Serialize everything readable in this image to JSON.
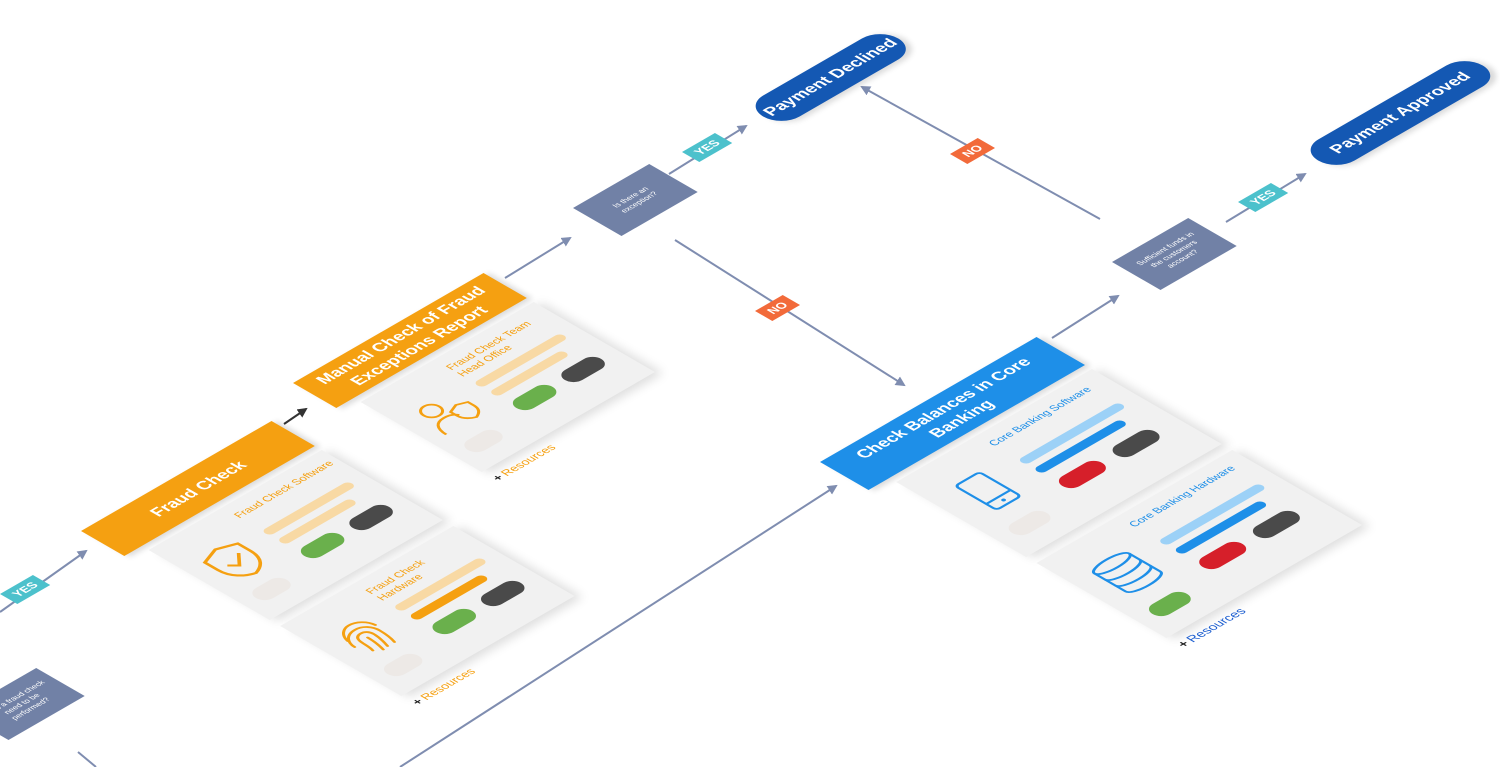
{
  "colors": {
    "orange": "#f5a011",
    "blue": "#1e8fe8",
    "navy": "#1458b3",
    "decision": "#7181a6",
    "yes_tag": "#4cc1cc",
    "no_tag": "#f26a3a",
    "connector": "#7f8db0",
    "green": "#6ab04c",
    "red": "#d61f2a",
    "dark": "#4a4a4a",
    "light_orange_bar": "#f8d9a4",
    "orange_bar": "#f5a011",
    "light_blue_bar": "#9cd1f7",
    "blue_bar": "#1e8fe8",
    "placeholder": "#ede9e6"
  },
  "decisions": {
    "fraud_needed": "Does a fraud check need to be performed?",
    "exception": "Is there an exception?",
    "funds": "Sufficient funds in the customers account?"
  },
  "steps": {
    "fraud_check": {
      "title": "Fraud Check",
      "resources_label": "Resources",
      "resources": [
        {
          "label": "Fraud Check Software",
          "icon": "shield-check-icon"
        },
        {
          "label": "Fraud Check Hardware",
          "icon": "fingerprint-icon"
        }
      ]
    },
    "manual_check": {
      "title": "Manual Check of Fraud Exceptions Report",
      "resources_label": "Resources",
      "resources": [
        {
          "label": "Fraud Check Team Head Office",
          "icon": "user-shield-icon"
        }
      ]
    },
    "core_banking": {
      "title": "Check Balances in Core Banking",
      "resources_label": "Resources",
      "resources": [
        {
          "label": "Core Banking Software",
          "icon": "mobile-phone-icon"
        },
        {
          "label": "Core Banking Hardware",
          "icon": "database-icon"
        }
      ]
    }
  },
  "terminals": {
    "declined": "Payment Declined",
    "approved": "Payment Approved"
  },
  "tags": {
    "yes": "YES",
    "no": "NO"
  }
}
